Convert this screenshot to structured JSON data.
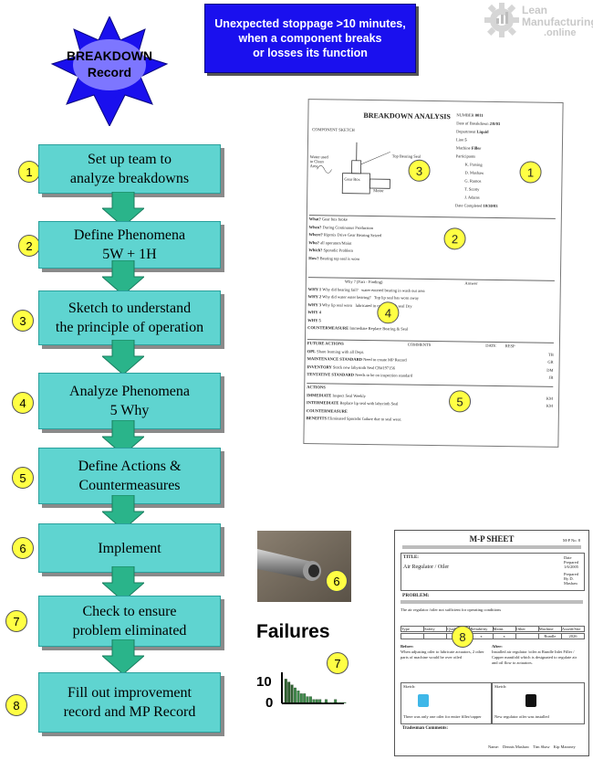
{
  "header": {
    "burst_line1": "BREAKDOWN",
    "burst_line2": "Record",
    "callout_line1": "Unexpected stoppage >10 minutes,",
    "callout_line2": "when a component breaks",
    "callout_line3": "or losses its function",
    "logo_line1": "Lean",
    "logo_line2": "Manufacturing",
    "logo_line3": ".online",
    "colors": {
      "burst_fill": "#1a10ee",
      "step_fill": "#5fd4d0",
      "arrow_fill": "#2ab48a",
      "badge_fill": "#ffff44"
    }
  },
  "steps": [
    {
      "number": "1",
      "line1": "Set up team to",
      "line2": "analyze breakdowns"
    },
    {
      "number": "2",
      "line1": "Define Phenomena",
      "line2": "5W + 1H"
    },
    {
      "number": "3",
      "line1": "Sketch to understand",
      "line2": "the principle of operation"
    },
    {
      "number": "4",
      "line1": "Analyze Phenomena",
      "line2": "5 Why"
    },
    {
      "number": "5",
      "line1": "Define Actions &",
      "line2": "Countermeasures"
    },
    {
      "number": "6",
      "line1": "Implement",
      "line2": ""
    },
    {
      "number": "7",
      "line1": "Check to ensure",
      "line2": "problem eliminated"
    },
    {
      "number": "8",
      "line1": "Fill out improvement",
      "line2": "record and MP Record"
    }
  ],
  "breakdown_form": {
    "title": "BREAKDOWN ANALYSIS",
    "component_sketch": "COMPONENT SKETCH",
    "fields": [
      {
        "label": "NUMBER",
        "value": "0011"
      },
      {
        "label": "Date of Breakdown",
        "value": "2/8/03"
      },
      {
        "label": "Department",
        "value": "Liquid"
      },
      {
        "label": "Line",
        "value": "5"
      },
      {
        "label": "Machine",
        "value": "Filler"
      }
    ],
    "participants_label": "Participants",
    "participants": [
      "K. Parsing",
      "D. Mashaw",
      "G. Ramos",
      "T. Scotty",
      "J. Adams"
    ],
    "date_completed_label": "Date Completed",
    "date_completed": "10/30/03",
    "sketch_labels": [
      "Top Bearing Seal",
      "Gear Box",
      "Motor",
      "Water used to Clean Area"
    ],
    "w_rows": [
      {
        "label": "What?",
        "text": "Gear box broke"
      },
      {
        "label": "When?",
        "text": "During Continuous Production"
      },
      {
        "label": "Where?",
        "text": "Ripmix Drive Gear Bearing Seized"
      },
      {
        "label": "Who?",
        "text": "all operators/Maint"
      },
      {
        "label": "Which?",
        "text": "Sporadic Problem"
      },
      {
        "label": "How?",
        "text": "Bearing top seal is worn"
      }
    ],
    "why_header": "Why ? (Fact - Finding)",
    "answer_header": "Answer",
    "why_rows": [
      {
        "label": "WHY 1",
        "text": "Why did bearing fail?",
        "answer": "water entered bearing in wash out area"
      },
      {
        "label": "WHY 2",
        "text": "Why did water enter bearing?",
        "answer": "Top lip seal has worn away"
      },
      {
        "label": "WHY 3",
        "text": "Why lip seal worn",
        "answer": "lubricated in contact with seal Dry"
      },
      {
        "label": "WHY 4",
        "text": "",
        "answer": ""
      },
      {
        "label": "WHY 5",
        "text": "",
        "answer": ""
      }
    ],
    "countermeasure_label": "COUNTERMEASURE",
    "countermeasure_text": "Immediate Replace Bearing & Seal",
    "future_actions_label": "FUTURE ACTIONS",
    "comments_label": "COMMENTS",
    "date_label": "DATE",
    "resp_label": "RESP",
    "future_rows": [
      {
        "label": "OPL",
        "text": "Share learning with all Dept.",
        "resp": "TB"
      },
      {
        "label": "MAINTENANCE STANDARD",
        "text": "Need to create MP Record",
        "resp": "GR"
      },
      {
        "label": "INVENTORY",
        "text": "Stock new labyrinth Seal CR#197156",
        "resp": "DM"
      },
      {
        "label": "TENTATIVE STANDARD",
        "text": "Needs to be on inspection standard",
        "resp": "JB"
      }
    ],
    "actions_label": "ACTIONS",
    "action_rows": [
      {
        "label": "IMMEDIATE",
        "text": "Inspect Seal Weekly",
        "resp": "KM"
      },
      {
        "label": "INTERMEDIATE",
        "text": "Replace lip seal with labyrinth Seal",
        "resp": "KM"
      },
      {
        "label": "COUNTERMEASURE",
        "text": "",
        "resp": ""
      }
    ],
    "benefits_label": "BENEFITS",
    "benefits_text": "Eliminated Sporadic failure due to seal wear.",
    "badges": [
      "3",
      "1",
      "2",
      "4",
      "5"
    ]
  },
  "mp_sheet": {
    "title": "M-P SHEET",
    "ref": "M-P No. 8",
    "title_label": "TITLE:",
    "title_value": "Air Regulator / Oiler",
    "date_prepared_label": "Date Prepared",
    "date_prepared": "1/6/2005",
    "prepared_by_label": "Prepared By",
    "prepared_by": "D. Mashaw",
    "problem_label": "PROBLEM:",
    "problem_text": "The air regulator /oiler not sufficient for operating conditions",
    "type_headers": [
      "Type",
      "Safety",
      "Quality",
      "Reliability",
      "Maint.",
      "Other",
      "Machine",
      "Asset#/Site"
    ],
    "type_values": [
      "",
      "",
      "",
      "x",
      "x",
      "",
      "Rundle",
      "2026"
    ],
    "before_label": "Before:",
    "after_label": "After:",
    "before_text": "When adjusting oiler to lubricate actuators, 2 other parts of machine would be over oiled",
    "after_text": "Installed air regulator /oiler at Rundle Inlet Filler / Capper manifold which is designated to regulate air and oil flow to actuators.",
    "sketch_label": "Sketch:",
    "sketch_left_note": "There was only one oiler for entire filler/capper",
    "sketch_right_note": "New regulator oiler was installed",
    "tradesman_label": "Tradesman Comments:",
    "name_label": "Name:",
    "names": [
      "Dennis Mashaw",
      "Tim Shaw",
      "Kip Maroney"
    ],
    "badge": "8"
  },
  "photo_badge": "6",
  "failures": {
    "title": "Failures",
    "badge": "7",
    "axis_max": "10",
    "axis_min": "0"
  },
  "chart_data": {
    "type": "bar",
    "title": "Failures",
    "ylim": [
      0,
      10
    ],
    "values": [
      8,
      7,
      6,
      5,
      4,
      3,
      3,
      2,
      2,
      1,
      1,
      1,
      0,
      1,
      0,
      0,
      1,
      0,
      0,
      0
    ]
  }
}
